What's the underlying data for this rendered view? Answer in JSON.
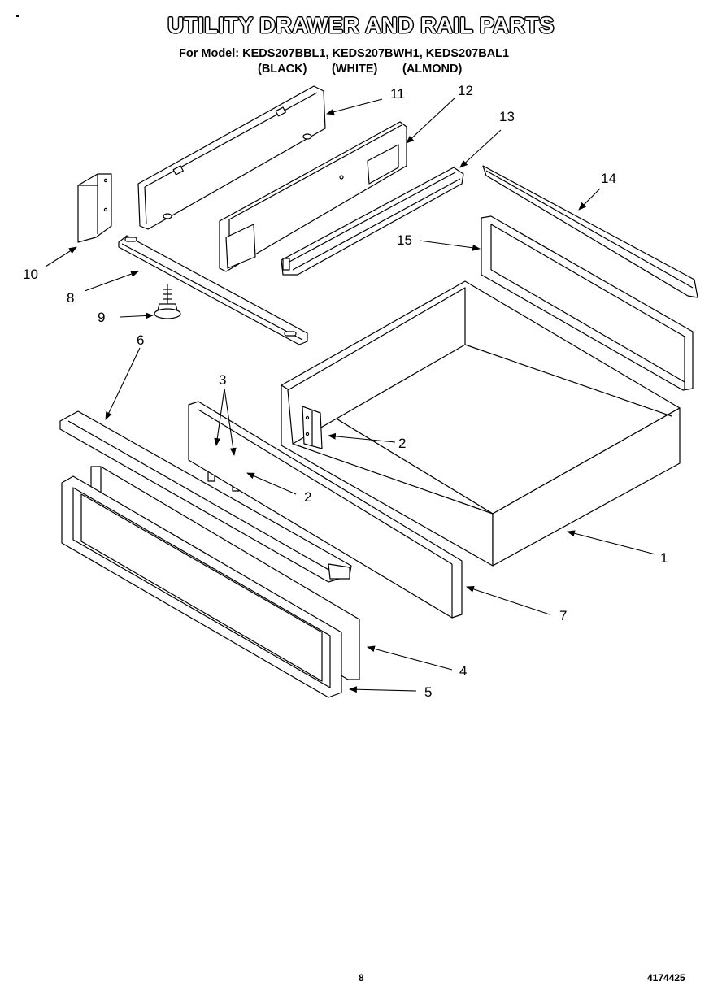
{
  "title": "UTILITY DRAWER AND RAIL PARTS",
  "model_line": "For Model: KEDS207BBL1, KEDS207BWH1, KEDS207BAL1",
  "variants": {
    "black": "(BLACK)",
    "white": "(WHITE)",
    "almond": "(ALMOND)"
  },
  "callouts": {
    "c1": "1",
    "c2a": "2",
    "c2b": "2",
    "c3": "3",
    "c4": "4",
    "c5": "5",
    "c6": "6",
    "c7": "7",
    "c8": "8",
    "c9": "9",
    "c10": "10",
    "c11": "11",
    "c12": "12",
    "c13": "13",
    "c14": "14",
    "c15": "15"
  },
  "footer": {
    "page": "8",
    "doc_number": "4174425"
  }
}
